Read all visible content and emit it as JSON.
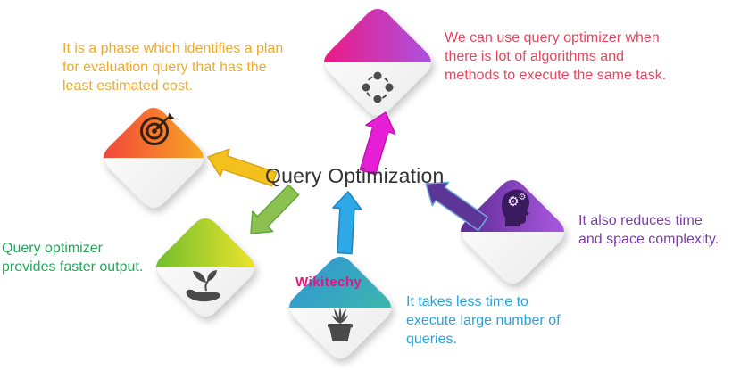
{
  "center": {
    "title": "Query Optimization",
    "color": "#333333"
  },
  "brand_label": {
    "text": "Wikitechy",
    "color": "#E5147F"
  },
  "nodes": {
    "definition": {
      "annotation": "It is a phase which identifies a plan\nfor evaluation query that has the\nleast estimated cost.",
      "text_color": "#EDAB2E",
      "icon": "dartboard-target-icon",
      "triangle_gradient": [
        "#F3453A",
        "#F7A823"
      ],
      "arrow": {
        "color": "#F3C01C",
        "border": "#D9A514",
        "direction": "center-to-left-card"
      }
    },
    "algorithms": {
      "annotation": "We can use query optimizer when\nthere is lot of algorithms and\nmethods to execute the same task.",
      "text_color": "#E8465F",
      "icon": "dotted-circle-icon",
      "triangle_gradient": [
        "#EC1A86",
        "#AB53DF"
      ],
      "arrow": {
        "color": "#E61ED6",
        "border": "#C214B2",
        "direction": "center-to-top-card"
      }
    },
    "complexity": {
      "annotation": "It also reduces time\nand space complexity.",
      "text_color": "#7B3FA5",
      "icon": "head-gears-icon",
      "triangle_gradient": [
        "#5E2B94",
        "#A959E0"
      ],
      "arrow": {
        "color": "#5C3597",
        "border": "#6FA8DC",
        "direction": "right-card-to-center"
      }
    },
    "speed": {
      "annotation": "It takes less time to\nexecute large number of\nqueries.",
      "text_color": "#29A3DF",
      "icon": "potted-plant-icon",
      "triangle_gradient": [
        "#2E93D8",
        "#43C39E"
      ],
      "arrow": {
        "color": "#2FA9E5",
        "border": "#1D82C4",
        "direction": "bottom-card-to-center"
      }
    },
    "output": {
      "annotation": "Query optimizer\nprovides faster output.",
      "text_color": "#22A95B",
      "icon": "hand-sprout-icon",
      "triangle_gradient": [
        "#72BE2C",
        "#EBE42B"
      ],
      "arrow": {
        "color": "#8CC152",
        "border": "#64A83A",
        "direction": "center-to-bottom-left-card"
      }
    }
  }
}
